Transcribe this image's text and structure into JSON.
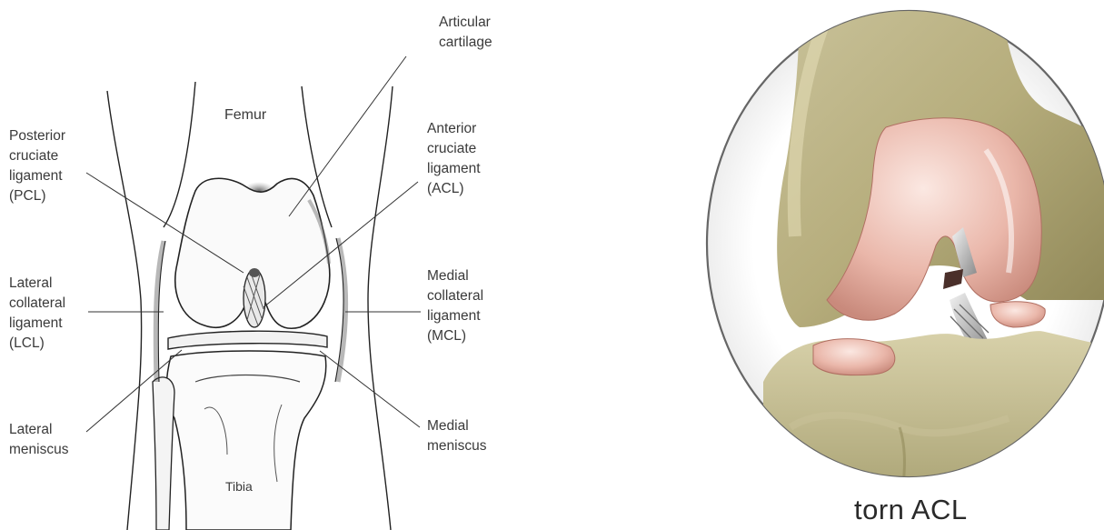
{
  "left_diagram": {
    "labels": {
      "articular_cartilage": "Articular\ncartilage",
      "femur": "Femur",
      "pcl": "Posterior\ncruciate\nligament\n(PCL)",
      "acl": "Anterior\ncruciate\nligament\n(ACL)",
      "lcl": "Lateral\ncollateral\nligament\n(LCL)",
      "mcl": "Medial\ncollateral\nligament\n(MCL)",
      "lateral_meniscus": "Lateral\nmeniscus",
      "medial_meniscus": "Medial\nmeniscus",
      "tibia": "Tibia"
    }
  },
  "right_illustration": {
    "caption": "torn ACL"
  }
}
